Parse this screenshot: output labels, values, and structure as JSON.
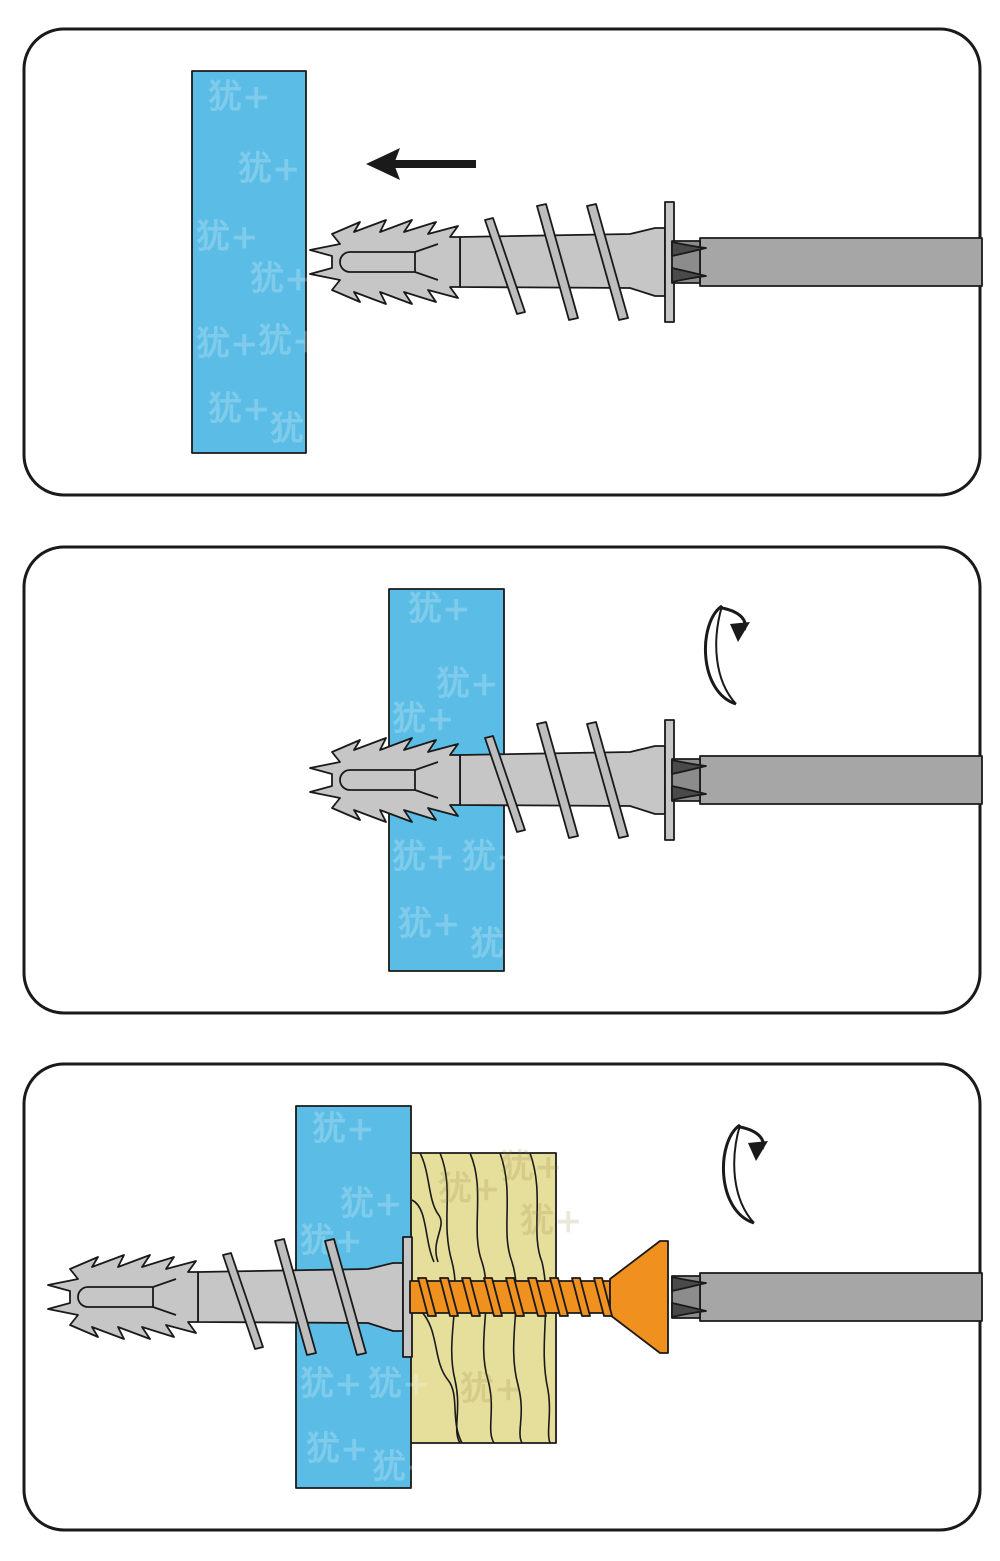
{
  "figure": {
    "steps": [
      {
        "id": "step-1",
        "action": "push",
        "action_icon": "left-arrow-icon"
      },
      {
        "id": "step-2",
        "action": "rotate",
        "action_icon": "clockwise-rotation-icon"
      },
      {
        "id": "step-3",
        "action": "rotate",
        "action_icon": "clockwise-rotation-icon"
      }
    ],
    "watermark": "犹+",
    "colors": {
      "drywall": "#5bbde6",
      "anchor": "#c6c6c6",
      "anchor_shadow": "#a9a9a9",
      "driver_shaft": "#a6a6a6",
      "driver_tip": "#4a4a4a",
      "screw": "#f0901e",
      "wood": "#e6df9c",
      "outline": "#1a1a1a"
    }
  }
}
